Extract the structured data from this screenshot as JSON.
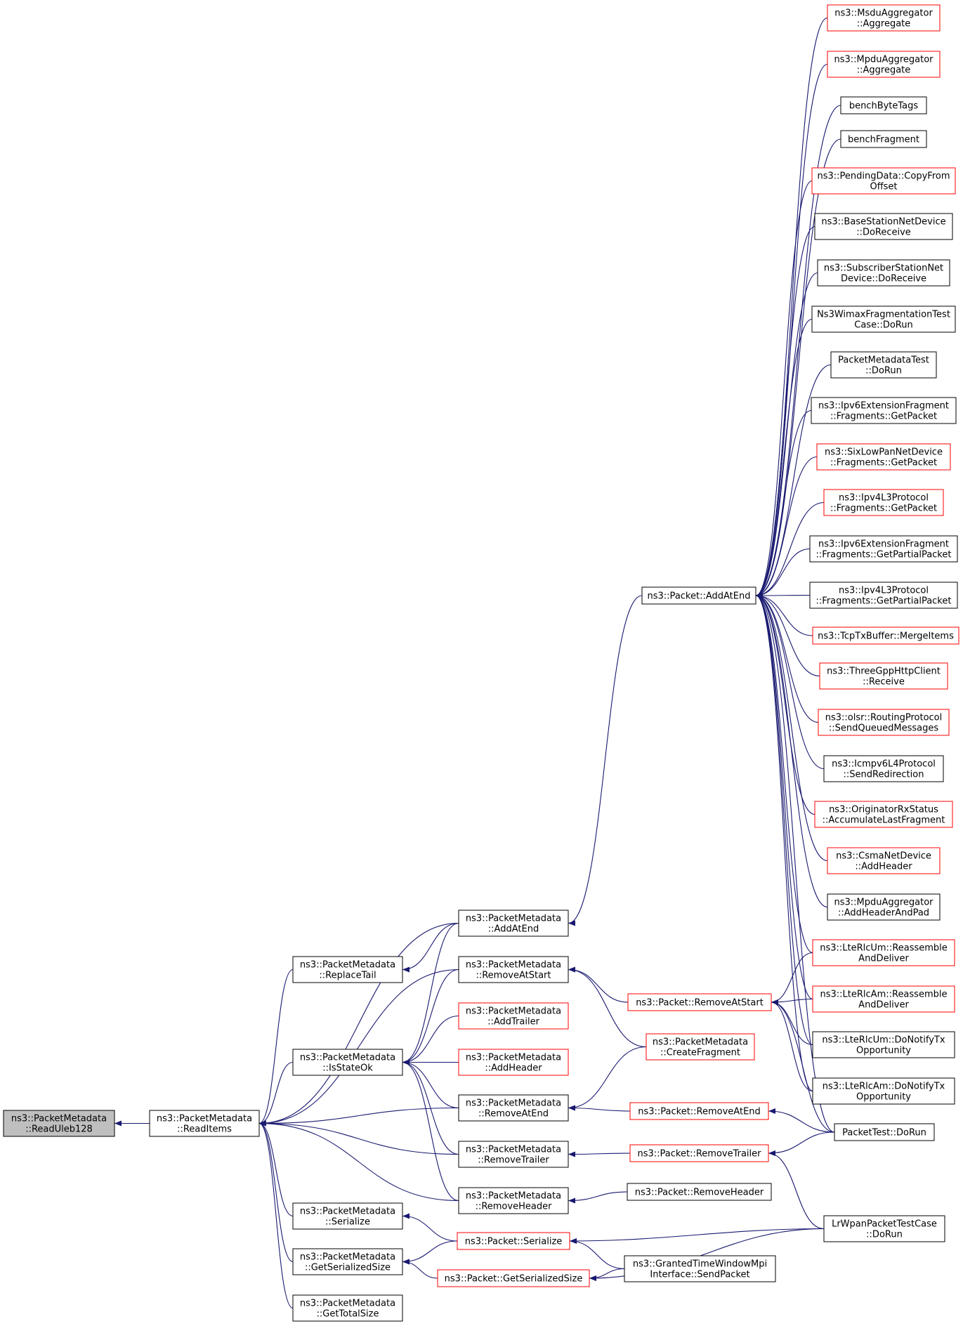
{
  "graph": {
    "colors": {
      "edge": "#191970",
      "node_border_plain": "#000000",
      "node_border_linked": "#ff0000",
      "node_fill": "#ffffff",
      "root_fill": "#bfbfbf",
      "root_border": "#000000"
    },
    "nodes": [
      {
        "id": "readuleb128",
        "lines": [
          "ns3::PacketMetadata",
          "::ReadUleb128"
        ],
        "style": "root"
      },
      {
        "id": "readitems",
        "lines": [
          "ns3::PacketMetadata",
          "::ReadItems"
        ],
        "style": "plain"
      },
      {
        "id": "replacetail",
        "lines": [
          "ns3::PacketMetadata",
          "::ReplaceTail"
        ],
        "style": "plain"
      },
      {
        "id": "isstateok",
        "lines": [
          "ns3::PacketMetadata",
          "::IsStateOk"
        ],
        "style": "plain"
      },
      {
        "id": "pm_serialize",
        "lines": [
          "ns3::PacketMetadata",
          "::Serialize"
        ],
        "style": "plain"
      },
      {
        "id": "pm_getserializedsize",
        "lines": [
          "ns3::PacketMetadata",
          "::GetSerializedSize"
        ],
        "style": "plain"
      },
      {
        "id": "pm_gettotalsize",
        "lines": [
          "ns3::PacketMetadata",
          "::GetTotalSize"
        ],
        "style": "plain"
      },
      {
        "id": "pm_addatend",
        "lines": [
          "ns3::PacketMetadata",
          "::AddAtEnd"
        ],
        "style": "plain"
      },
      {
        "id": "pm_removeatstart",
        "lines": [
          "ns3::PacketMetadata",
          "::RemoveAtStart"
        ],
        "style": "plain"
      },
      {
        "id": "pm_addtrailer",
        "lines": [
          "ns3::PacketMetadata",
          "::AddTrailer"
        ],
        "style": "linked"
      },
      {
        "id": "pm_addheader",
        "lines": [
          "ns3::PacketMetadata",
          "::AddHeader"
        ],
        "style": "linked"
      },
      {
        "id": "pm_removeatend",
        "lines": [
          "ns3::PacketMetadata",
          "::RemoveAtEnd"
        ],
        "style": "plain"
      },
      {
        "id": "pm_removetrailer",
        "lines": [
          "ns3::PacketMetadata",
          "::RemoveTrailer"
        ],
        "style": "plain"
      },
      {
        "id": "pm_removeheader",
        "lines": [
          "ns3::PacketMetadata",
          "::RemoveHeader"
        ],
        "style": "plain"
      },
      {
        "id": "p_addatend",
        "lines": [
          "ns3::Packet::AddAtEnd"
        ],
        "style": "plain"
      },
      {
        "id": "p_removeatstart",
        "lines": [
          "ns3::Packet::RemoveAtStart"
        ],
        "style": "linked"
      },
      {
        "id": "pm_createfragment",
        "lines": [
          "ns3::PacketMetadata",
          "::CreateFragment"
        ],
        "style": "linked"
      },
      {
        "id": "p_removeatend",
        "lines": [
          "ns3::Packet::RemoveAtEnd"
        ],
        "style": "linked"
      },
      {
        "id": "p_removetrailer",
        "lines": [
          "ns3::Packet::RemoveTrailer"
        ],
        "style": "linked"
      },
      {
        "id": "p_removeheader",
        "lines": [
          "ns3::Packet::RemoveHeader"
        ],
        "style": "plain"
      },
      {
        "id": "p_serialize",
        "lines": [
          "ns3::Packet::Serialize"
        ],
        "style": "linked"
      },
      {
        "id": "p_getserializedsize",
        "lines": [
          "ns3::Packet::GetSerializedSize"
        ],
        "style": "linked"
      },
      {
        "id": "gtw_sendpacket",
        "lines": [
          "ns3::GrantedTimeWindowMpi",
          "Interface::SendPacket"
        ],
        "style": "plain"
      },
      {
        "id": "packettest_dorun",
        "lines": [
          "PacketTest::DoRun"
        ],
        "style": "plain"
      },
      {
        "id": "lrwpan_dorun",
        "lines": [
          "LrWpanPacketTestCase",
          "::DoRun"
        ],
        "style": "plain"
      },
      {
        "id": "msdu_aggregate",
        "lines": [
          "ns3::MsduAggregator",
          "::Aggregate"
        ],
        "style": "linked"
      },
      {
        "id": "mpdu_aggregate",
        "lines": [
          "ns3::MpduAggregator",
          "::Aggregate"
        ],
        "style": "linked"
      },
      {
        "id": "benchbytetags",
        "lines": [
          "benchByteTags"
        ],
        "style": "plain"
      },
      {
        "id": "benchfragment",
        "lines": [
          "benchFragment"
        ],
        "style": "plain"
      },
      {
        "id": "pending_copyfrom",
        "lines": [
          "ns3::PendingData::CopyFrom",
          "Offset"
        ],
        "style": "linked"
      },
      {
        "id": "bs_doreceive",
        "lines": [
          "ns3::BaseStationNetDevice",
          "::DoReceive"
        ],
        "style": "plain"
      },
      {
        "id": "ss_doreceive",
        "lines": [
          "ns3::SubscriberStationNet",
          "Device::DoReceive"
        ],
        "style": "plain"
      },
      {
        "id": "wimaxfrag_dorun",
        "lines": [
          "Ns3WimaxFragmentationTest",
          "Case::DoRun"
        ],
        "style": "plain"
      },
      {
        "id": "pmtest_dorun",
        "lines": [
          "PacketMetadataTest",
          "::DoRun"
        ],
        "style": "plain"
      },
      {
        "id": "ipv6frag_getpacket",
        "lines": [
          "ns3::Ipv6ExtensionFragment",
          "::Fragments::GetPacket"
        ],
        "style": "plain"
      },
      {
        "id": "sixlowpan_getpacket",
        "lines": [
          "ns3::SixLowPanNetDevice",
          "::Fragments::GetPacket"
        ],
        "style": "linked"
      },
      {
        "id": "ipv4l3_getpacket",
        "lines": [
          "ns3::Ipv4L3Protocol",
          "::Fragments::GetPacket"
        ],
        "style": "linked"
      },
      {
        "id": "ipv6frag_getpartial",
        "lines": [
          "ns3::Ipv6ExtensionFragment",
          "::Fragments::GetPartialPacket"
        ],
        "style": "plain"
      },
      {
        "id": "ipv4l3_getpartial",
        "lines": [
          "ns3::Ipv4L3Protocol",
          "::Fragments::GetPartialPacket"
        ],
        "style": "plain"
      },
      {
        "id": "tcptx_mergeitems",
        "lines": [
          "ns3::TcpTxBuffer::MergeItems"
        ],
        "style": "linked"
      },
      {
        "id": "threegpp_receive",
        "lines": [
          "ns3::ThreeGppHttpClient",
          "::Receive"
        ],
        "style": "linked"
      },
      {
        "id": "olsr_sendqueued",
        "lines": [
          "ns3::olsr::RoutingProtocol",
          "::SendQueuedMessages"
        ],
        "style": "linked"
      },
      {
        "id": "icmpv6_sendredirect",
        "lines": [
          "ns3::Icmpv6L4Protocol",
          "::SendRedirection"
        ],
        "style": "plain"
      },
      {
        "id": "originator_accum",
        "lines": [
          "ns3::OriginatorRxStatus",
          "::AccumulateLastFragment"
        ],
        "style": "linked"
      },
      {
        "id": "csma_addheader",
        "lines": [
          "ns3::CsmaNetDevice",
          "::AddHeader"
        ],
        "style": "linked"
      },
      {
        "id": "mpdu_addheaderandpad",
        "lines": [
          "ns3::MpduAggregator",
          "::AddHeaderAndPad"
        ],
        "style": "plain"
      },
      {
        "id": "lterlcum_reassemble",
        "lines": [
          "ns3::LteRlcUm::Reassemble",
          "AndDeliver"
        ],
        "style": "linked"
      },
      {
        "id": "lterlcam_reassemble",
        "lines": [
          "ns3::LteRlcAm::Reassemble",
          "AndDeliver"
        ],
        "style": "linked"
      },
      {
        "id": "lterlcum_notifytx",
        "lines": [
          "ns3::LteRlcUm::DoNotifyTx",
          "Opportunity"
        ],
        "style": "plain"
      },
      {
        "id": "lterlcam_notifytx",
        "lines": [
          "ns3::LteRlcAm::DoNotifyTx",
          "Opportunity"
        ],
        "style": "plain"
      }
    ],
    "edges": [
      {
        "from": "readitems",
        "to": "readuleb128"
      },
      {
        "from": "replacetail",
        "to": "readitems"
      },
      {
        "from": "isstateok",
        "to": "readitems"
      },
      {
        "from": "pm_serialize",
        "to": "readitems"
      },
      {
        "from": "pm_getserializedsize",
        "to": "readitems"
      },
      {
        "from": "pm_gettotalsize",
        "to": "readitems"
      },
      {
        "from": "pm_addatend",
        "to": "readitems"
      },
      {
        "from": "pm_removeatstart",
        "to": "readitems"
      },
      {
        "from": "pm_removeatend",
        "to": "readitems"
      },
      {
        "from": "pm_removetrailer",
        "to": "readitems"
      },
      {
        "from": "pm_removeheader",
        "to": "readitems"
      },
      {
        "from": "pm_addatend",
        "to": "replacetail"
      },
      {
        "from": "pm_addatend",
        "to": "isstateok"
      },
      {
        "from": "pm_removeatstart",
        "to": "isstateok"
      },
      {
        "from": "pm_addtrailer",
        "to": "isstateok"
      },
      {
        "from": "pm_addheader",
        "to": "isstateok"
      },
      {
        "from": "pm_removeatend",
        "to": "isstateok"
      },
      {
        "from": "pm_removetrailer",
        "to": "isstateok"
      },
      {
        "from": "pm_removeheader",
        "to": "isstateok"
      },
      {
        "from": "p_addatend",
        "to": "pm_addatend"
      },
      {
        "from": "p_removeatstart",
        "to": "pm_removeatstart"
      },
      {
        "from": "pm_createfragment",
        "to": "pm_removeatstart"
      },
      {
        "from": "pm_createfragment",
        "to": "pm_removeatend"
      },
      {
        "from": "p_removeatend",
        "to": "pm_removeatend"
      },
      {
        "from": "p_removetrailer",
        "to": "pm_removetrailer"
      },
      {
        "from": "p_removeheader",
        "to": "pm_removeheader"
      },
      {
        "from": "p_serialize",
        "to": "pm_serialize"
      },
      {
        "from": "p_serialize",
        "to": "pm_getserializedsize"
      },
      {
        "from": "p_getserializedsize",
        "to": "pm_getserializedsize"
      },
      {
        "from": "lrwpan_dorun",
        "to": "p_serialize"
      },
      {
        "from": "gtw_sendpacket",
        "to": "p_serialize"
      },
      {
        "from": "gtw_sendpacket",
        "to": "p_getserializedsize"
      },
      {
        "from": "lrwpan_dorun",
        "to": "p_getserializedsize"
      },
      {
        "from": "lrwpan_dorun",
        "to": "p_removetrailer"
      },
      {
        "from": "packettest_dorun",
        "to": "p_removetrailer"
      },
      {
        "from": "packettest_dorun",
        "to": "p_removeatend"
      },
      {
        "from": "packettest_dorun",
        "to": "p_removeatstart"
      },
      {
        "from": "lterlcum_reassemble",
        "to": "p_removeatstart"
      },
      {
        "from": "lterlcam_reassemble",
        "to": "p_removeatstart"
      },
      {
        "from": "lterlcum_notifytx",
        "to": "p_removeatstart"
      },
      {
        "from": "lterlcam_notifytx",
        "to": "p_removeatstart"
      },
      {
        "from": "msdu_aggregate",
        "to": "p_addatend"
      },
      {
        "from": "mpdu_aggregate",
        "to": "p_addatend"
      },
      {
        "from": "benchbytetags",
        "to": "p_addatend"
      },
      {
        "from": "benchfragment",
        "to": "p_addatend"
      },
      {
        "from": "pending_copyfrom",
        "to": "p_addatend"
      },
      {
        "from": "bs_doreceive",
        "to": "p_addatend"
      },
      {
        "from": "ss_doreceive",
        "to": "p_addatend"
      },
      {
        "from": "wimaxfrag_dorun",
        "to": "p_addatend"
      },
      {
        "from": "pmtest_dorun",
        "to": "p_addatend"
      },
      {
        "from": "ipv6frag_getpacket",
        "to": "p_addatend"
      },
      {
        "from": "sixlowpan_getpacket",
        "to": "p_addatend"
      },
      {
        "from": "ipv4l3_getpacket",
        "to": "p_addatend"
      },
      {
        "from": "ipv6frag_getpartial",
        "to": "p_addatend"
      },
      {
        "from": "ipv4l3_getpartial",
        "to": "p_addatend"
      },
      {
        "from": "tcptx_mergeitems",
        "to": "p_addatend"
      },
      {
        "from": "threegpp_receive",
        "to": "p_addatend"
      },
      {
        "from": "olsr_sendqueued",
        "to": "p_addatend"
      },
      {
        "from": "icmpv6_sendredirect",
        "to": "p_addatend"
      },
      {
        "from": "originator_accum",
        "to": "p_addatend"
      },
      {
        "from": "csma_addheader",
        "to": "p_addatend"
      },
      {
        "from": "mpdu_addheaderandpad",
        "to": "p_addatend"
      },
      {
        "from": "lterlcum_reassemble",
        "to": "p_addatend"
      },
      {
        "from": "lterlcam_reassemble",
        "to": "p_addatend"
      },
      {
        "from": "lterlcum_notifytx",
        "to": "p_addatend"
      },
      {
        "from": "lterlcam_notifytx",
        "to": "p_addatend"
      },
      {
        "from": "packettest_dorun",
        "to": "p_addatend"
      }
    ]
  }
}
